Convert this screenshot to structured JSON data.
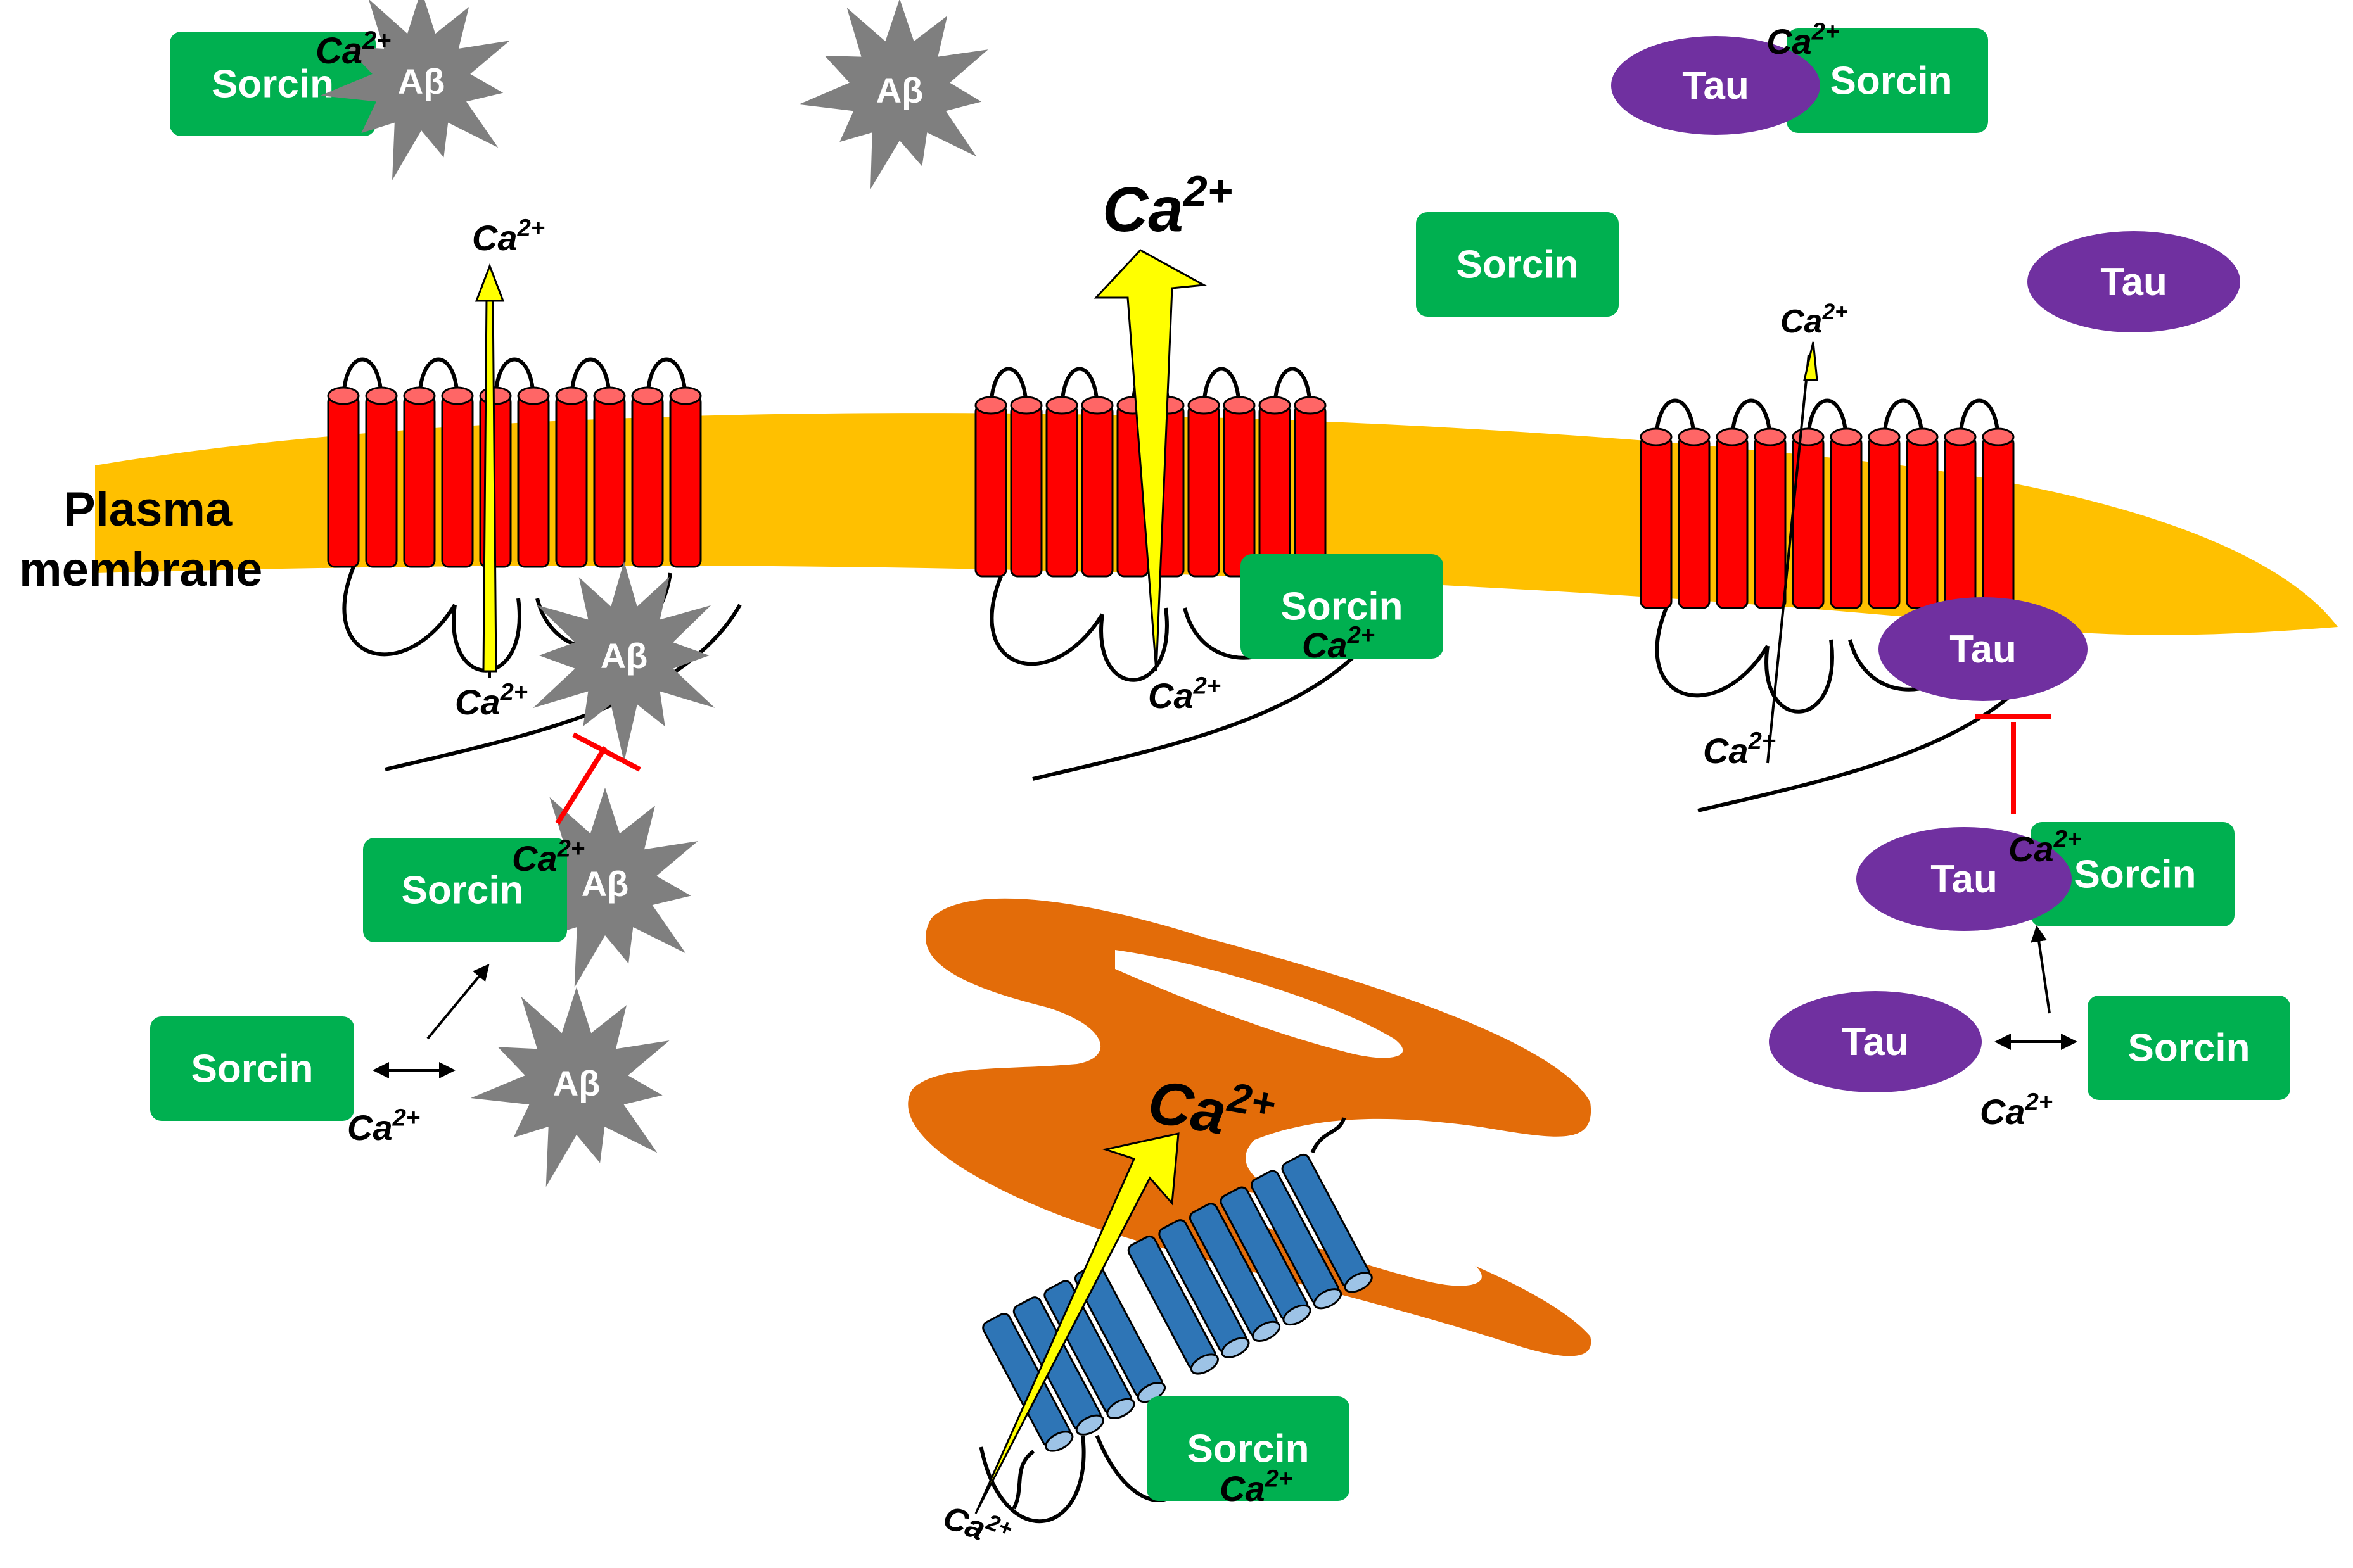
{
  "labels": {
    "sorcin": "Sorcin",
    "tau": "Tau",
    "abeta": "Aβ",
    "calcium": "Ca",
    "calcium_charge": "2+",
    "membrane_line1": "Plasma",
    "membrane_line2": "membrane"
  },
  "colors": {
    "sorcin_box": "#00b050",
    "tau_oval": "#7030a0",
    "abeta_star": "#7f7f7f",
    "membrane": "#ffc000",
    "er": "#e36c09",
    "receptor_pm": "#ff0000",
    "receptor_er": "#2e75b6",
    "ca_flux": "#ffff00",
    "inhibition": "#ff0000"
  },
  "icons": [
    "ca-channel-red-helices",
    "ca-channel-blue-helices",
    "abeta-star",
    "tau-oval",
    "sorcin-box",
    "inhibition-bar",
    "ca-flux-arrow"
  ]
}
